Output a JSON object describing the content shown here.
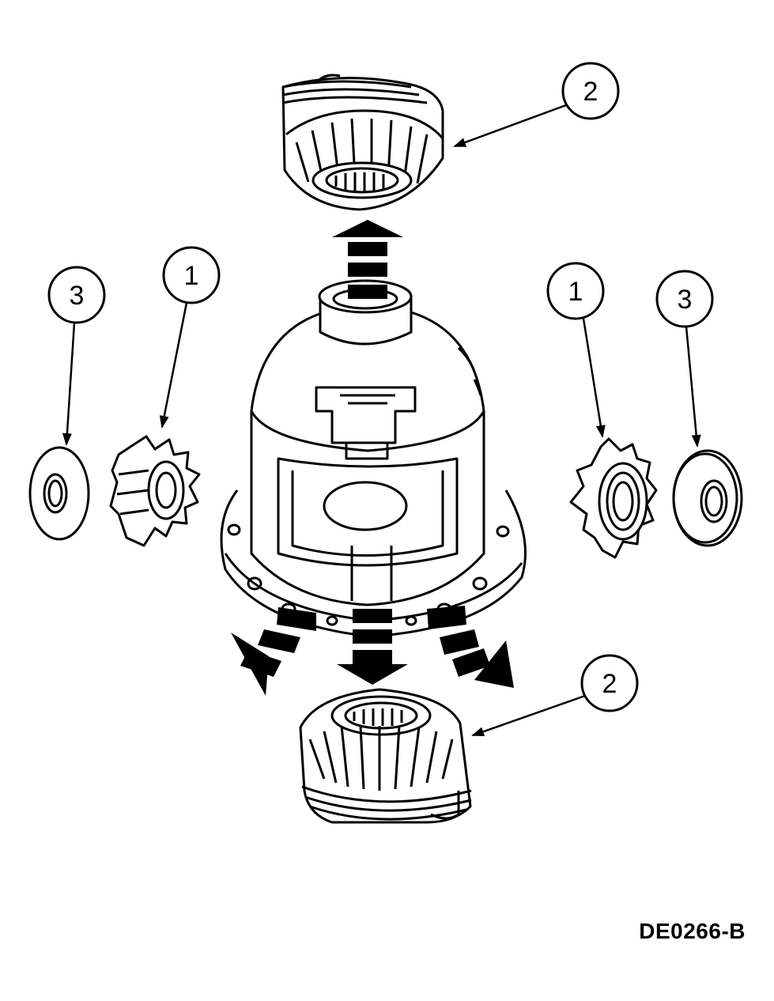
{
  "callouts": [
    {
      "id": "side-gear-top",
      "number": "2"
    },
    {
      "id": "pinion-left",
      "number": "1"
    },
    {
      "id": "washer-left",
      "number": "3"
    },
    {
      "id": "pinion-right",
      "number": "1"
    },
    {
      "id": "washer-right",
      "number": "3"
    },
    {
      "id": "side-gear-bottom",
      "number": "2"
    }
  ],
  "figure_id": "DE0266-B"
}
